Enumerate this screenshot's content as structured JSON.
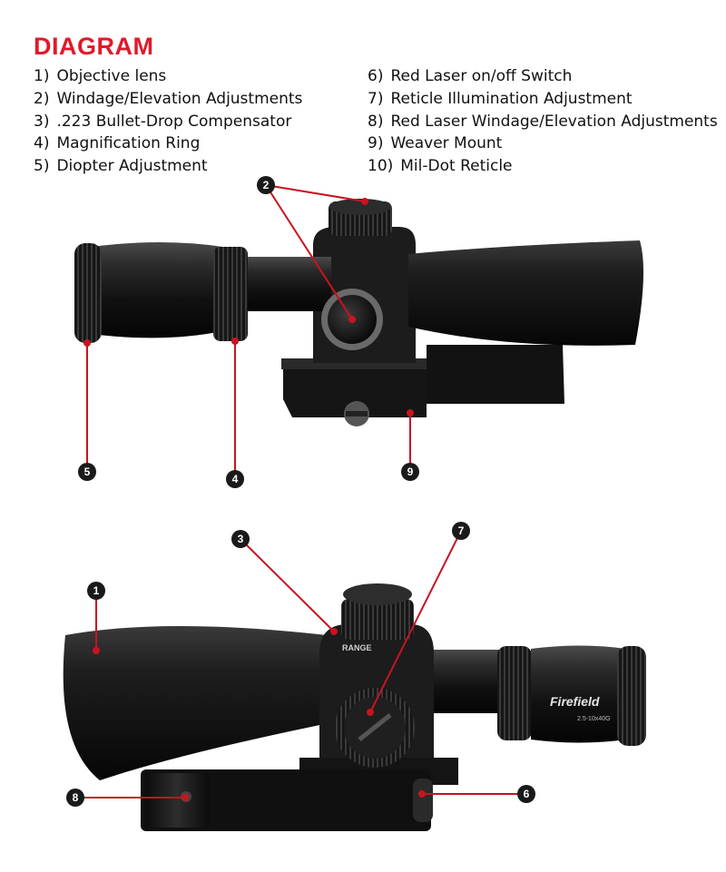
{
  "title": "DIAGRAM",
  "legend_left": [
    {
      "num": "1)",
      "text": "Objective lens"
    },
    {
      "num": "2)",
      "text": "Windage/Elevation Adjustments"
    },
    {
      "num": "3)",
      "text": ".223 Bullet-Drop Compensator"
    },
    {
      "num": "4)",
      "text": "Magnification Ring"
    },
    {
      "num": "5)",
      "text": "Diopter Adjustment"
    }
  ],
  "legend_right": [
    {
      "num": "6)",
      "text": "Red Laser on/off Switch"
    },
    {
      "num": "7)",
      "text": "Reticle Illumination Adjustment"
    },
    {
      "num": "8)",
      "text": "Red Laser Windage/Elevation Adjustments"
    },
    {
      "num": "9)",
      "text": "Weaver Mount"
    },
    {
      "num": "10)",
      "text": "Mil-Dot Reticle"
    }
  ],
  "callouts": {
    "c2": "2",
    "c5": "5",
    "c4": "4",
    "c9": "9",
    "c3": "3",
    "c7": "7",
    "c1": "1",
    "c8": "8",
    "c6": "6"
  },
  "brand_text": "Firefield",
  "model_text": "2.5-10x40G",
  "turret_text": "RANGE",
  "colors": {
    "accent": "#e0192a",
    "leader": "#c8141f",
    "badge": "#1a1a1a"
  }
}
